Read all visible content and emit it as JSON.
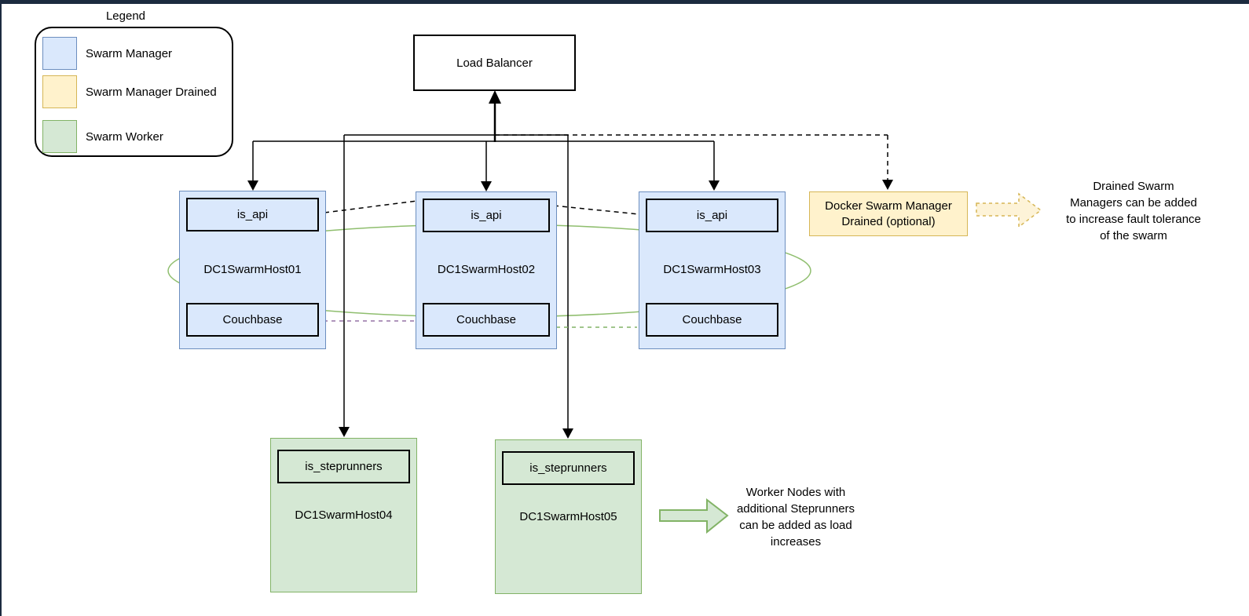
{
  "legend": {
    "title": "Legend",
    "items": [
      {
        "label": "Swarm Manager",
        "fill": "#dae8fc",
        "stroke": "#6c8ebf"
      },
      {
        "label": "Swarm Manager Drained",
        "fill": "#fff2cc",
        "stroke": "#d6b656"
      },
      {
        "label": "Swarm Worker",
        "fill": "#d5e8d4",
        "stroke": "#82b366"
      }
    ]
  },
  "load_balancer": {
    "label": "Load Balancer"
  },
  "manager_hosts": [
    {
      "name": "DC1SwarmHost01",
      "services": [
        "is_api",
        "Couchbase"
      ]
    },
    {
      "name": "DC1SwarmHost02",
      "services": [
        "is_api",
        "Couchbase"
      ]
    },
    {
      "name": "DC1SwarmHost03",
      "services": [
        "is_api",
        "Couchbase"
      ]
    }
  ],
  "drained_manager": {
    "line1": "Docker Swarm Manager",
    "line2": "Drained (optional)"
  },
  "worker_hosts": [
    {
      "name": "DC1SwarmHost04",
      "service": "is_steprunners"
    },
    {
      "name": "DC1SwarmHost05",
      "service": "is_steprunners"
    }
  ],
  "annotations": {
    "drained_note": {
      "lines": [
        "Drained Swarm",
        "Managers can be added",
        "to increase fault tolerance",
        "of the swarm"
      ]
    },
    "worker_note": {
      "lines": [
        "Worker Nodes with",
        "additional Steprunners",
        "can be added as load",
        "increases"
      ]
    }
  },
  "colors": {
    "topbar": "#1c2b3f",
    "manager_fill": "#dae8fc",
    "manager_stroke": "#6c8ebf",
    "drained_fill": "#fff2cc",
    "drained_stroke": "#d6b656",
    "worker_fill": "#d5e8d4",
    "worker_stroke": "#82b366",
    "couchbase_link": "#9673a6",
    "worker_link": "#82b366",
    "swarm_ring": "#8fbe6e",
    "connector": "#000000"
  }
}
